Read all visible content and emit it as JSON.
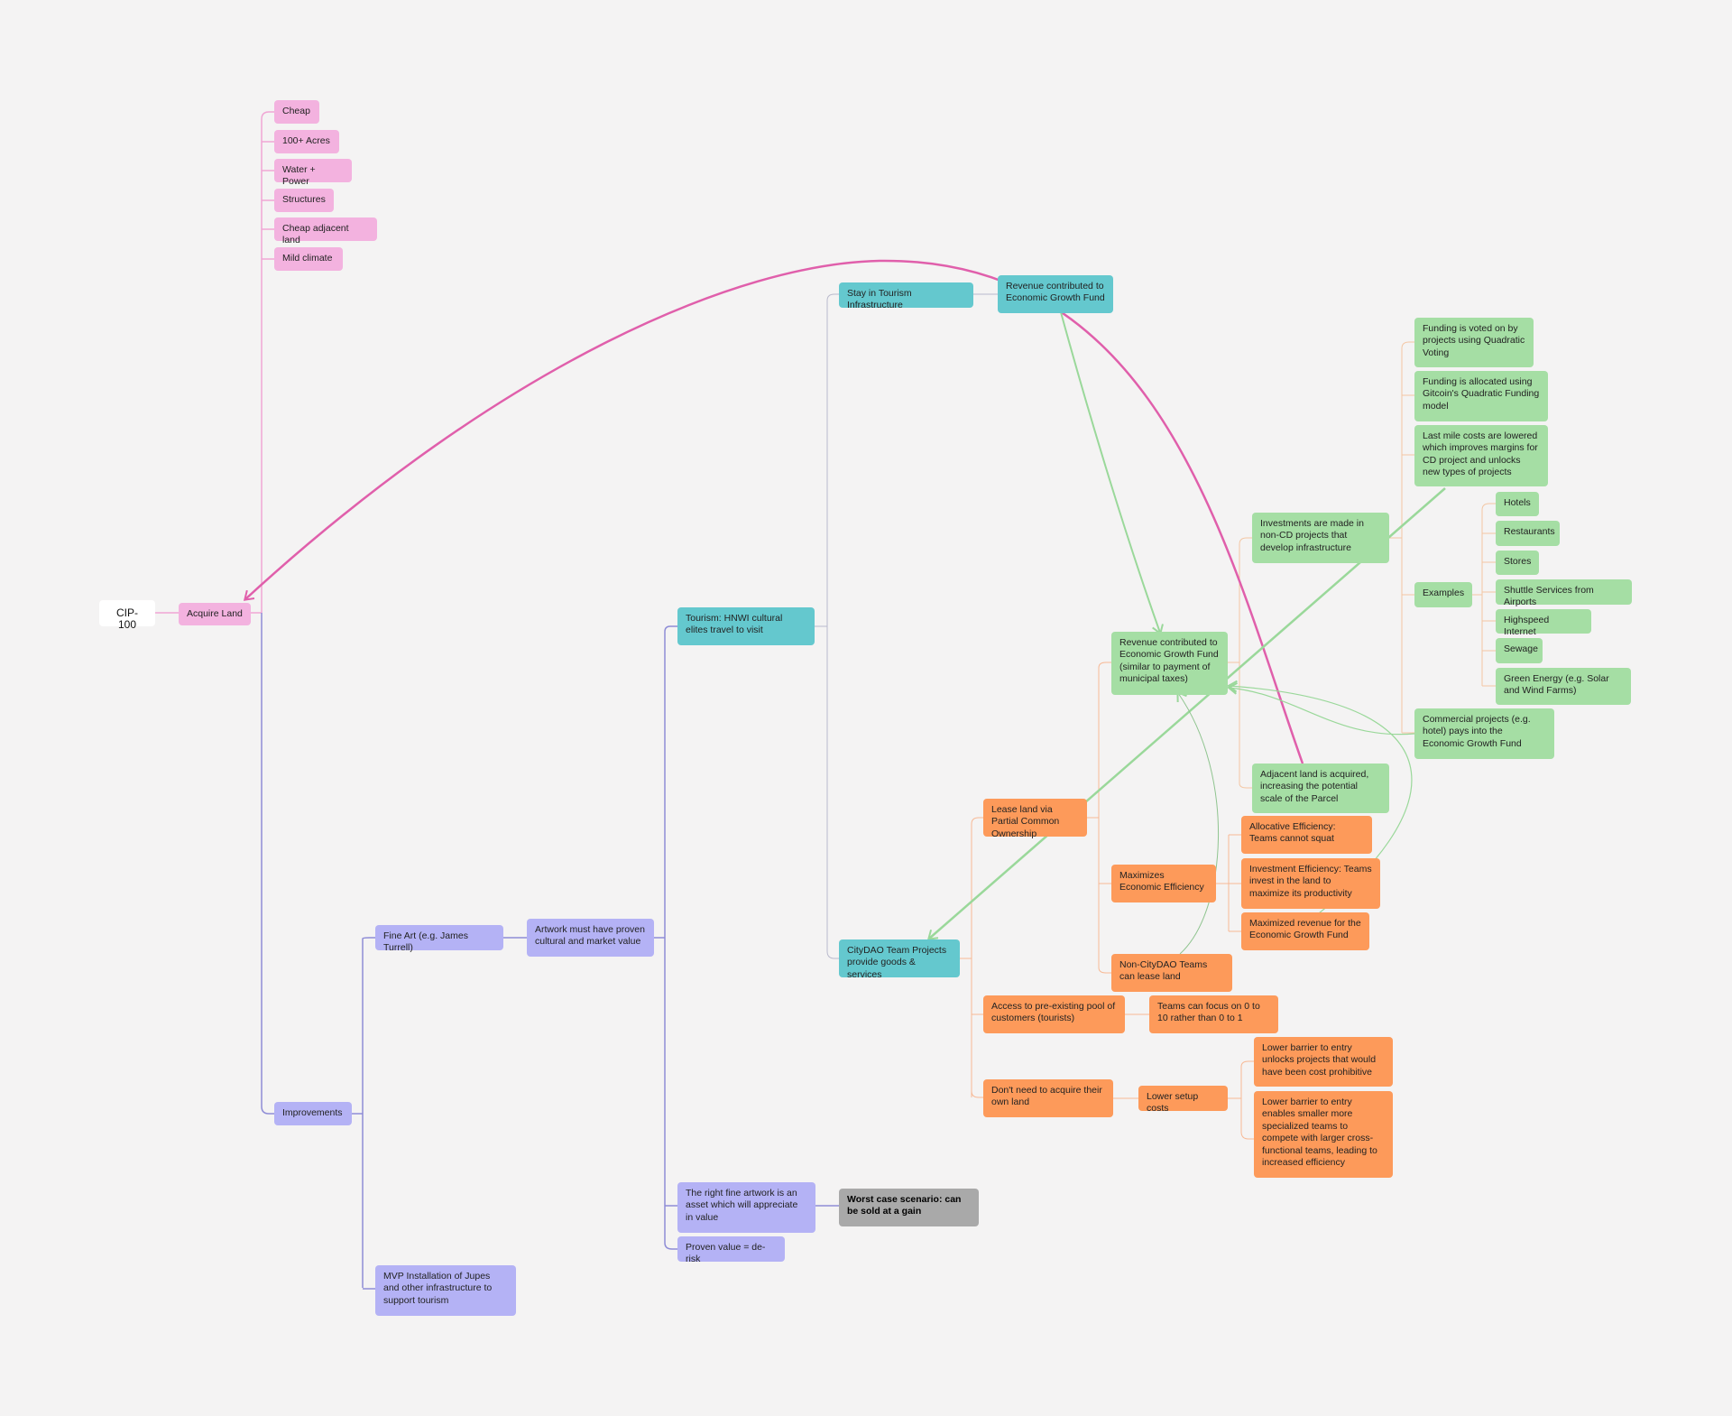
{
  "colors": {
    "background": "#f4f3f3",
    "pink": "#f3b2df",
    "lavender": "#b4b2f5",
    "teal": "#64c8ce",
    "green": "#a5dea4",
    "orange": "#fd9a5a",
    "grey": "#a9a9a9",
    "pink_arrow": "#e05fab",
    "green_arrow": "#9ad89a"
  },
  "nodes": {
    "root": "CIP-100",
    "acquire_land": "Acquire Land",
    "cheap": "Cheap",
    "acres": "100+ Acres",
    "water_power": "Water + Power",
    "structures": "Structures",
    "cheap_adjacent": "Cheap adjacent land",
    "mild_climate": "Mild climate",
    "improvements": "Improvements",
    "fine_art": "Fine Art (e.g. James Turrell)",
    "artwork_proven": "Artwork must have proven cultural and market value",
    "mvp_installation": "MVP Installation of Jupes and other infrastructure to support tourism",
    "tourism": "Tourism: HNWI cultural elites travel to visit",
    "right_artwork": "The right fine artwork is an asset which will appreciate in value",
    "worst_case": "Worst case scenario: can be sold at a gain",
    "proven_value": "Proven value = de-risk",
    "stay_tourism": "Stay in Tourism Infrastructure",
    "revenue_top": "Revenue contributed to Economic Growth Fund",
    "citydao_team": "CityDAO Team Projects provide goods & services",
    "revenue_egf": "Revenue contributed to Economic Growth Fund (similar to payment of municipal taxes)",
    "investments": "Investments are made in non-CD projects that develop infrastructure",
    "adjacent_acquired": "Adjacent land is acquired, increasing the potential scale of the Parcel",
    "funding_voted": "Funding is voted on by projects using Quadratic Voting",
    "funding_allocated": "Funding is allocated using Gitcoin's Quadratic Funding model",
    "last_mile": "Last mile costs are lowered which improves margins for CD project and unlocks new types of projects",
    "examples": "Examples",
    "commercial": "Commercial projects (e.g. hotel) pays into the Economic Growth Fund",
    "hotels": "Hotels",
    "restaurants": "Restaurants",
    "stores": "Stores",
    "shuttle": "Shuttle Services from Airports",
    "highspeed": "Highspeed Internet",
    "sewage": "Sewage",
    "green_energy": "Green Energy (e.g. Solar and Wind Farms)",
    "lease_land": "Lease land via Partial Common Ownership",
    "maximizes_eff": "Maximizes Economic Efficiency",
    "non_citydao": "Non-CityDAO Teams can lease land",
    "allocative": "Allocative Efficiency: Teams cannot squat",
    "investment_eff": "Investment Efficiency: Teams invest in the land to maximize its productivity",
    "maximized_rev": "Maximized revenue for the Economic Growth Fund",
    "access_pool": "Access to pre-existing pool of customers (tourists)",
    "focus_0_10": "Teams can focus on 0 to 10 rather than 0 to 1",
    "dont_acquire": "Don't need to acquire their own land",
    "lower_setup": "Lower setup costs",
    "lower_barrier_1": "Lower barrier to entry unlocks projects that would have been cost prohibitive",
    "lower_barrier_2": "Lower barrier to entry enables smaller more specialized teams to compete with larger cross-functional teams, leading to increased efficiency"
  }
}
